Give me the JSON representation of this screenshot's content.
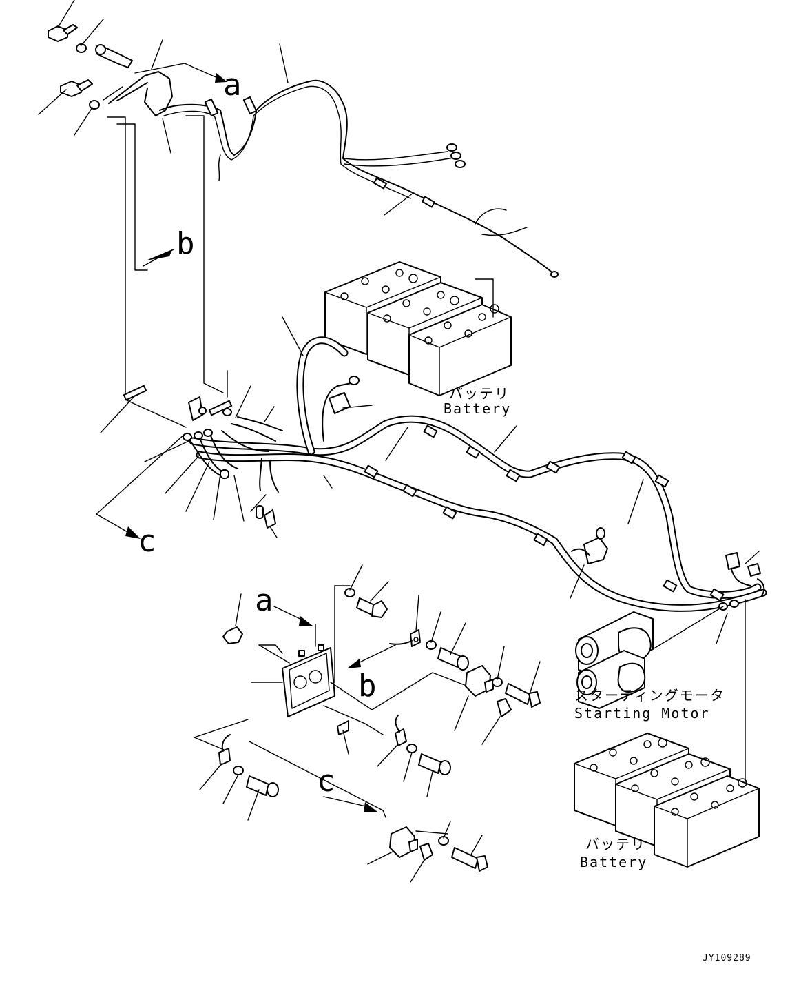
{
  "callouts": {
    "a": "a",
    "b": "b",
    "c": "c"
  },
  "labels": {
    "battery_top_jp": "バッテリ",
    "battery_top_en": "Battery",
    "starting_motor_jp": "スターティングモータ",
    "starting_motor_en": "Starting Motor",
    "battery_bottom_jp": "バッテリ",
    "battery_bottom_en": "Battery"
  },
  "figure_code": "JY109289"
}
